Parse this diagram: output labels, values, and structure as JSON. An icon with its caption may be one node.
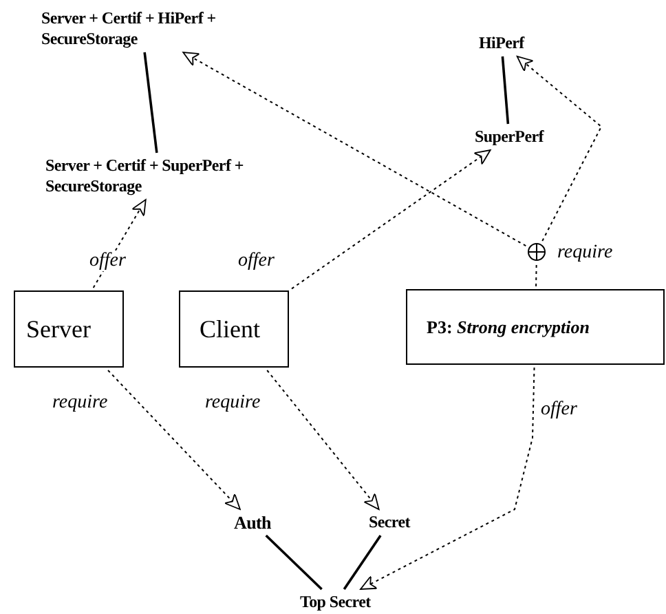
{
  "diagram": {
    "nodes": [
      {
        "text": [
          "Server + Certif + HiPerf + SecureStorage"
        ]
      },
      {
        "text": [
          "Server + Certif + SuperPerf + SecureStorage"
        ]
      },
      {
        "text": [
          "HiPerf"
        ]
      },
      {
        "text": [
          "SuperPerf"
        ]
      },
      {
        "text": [
          "Server"
        ]
      },
      {
        "text": [
          "Client"
        ]
      },
      {
        "text": [
          "P3: *Strong encryption*"
        ]
      },
      {
        "text": [
          "Auth"
        ]
      },
      {
        "text": [
          "Secret"
        ]
      },
      {
        "text": [
          "Top Secret"
        ]
      },
      {
        "text": [],
        "shape": "circle"
      }
    ],
    "edges": [
      {
        "from": 0,
        "to": 1,
        "arrow": "none"
      },
      {
        "from": 2,
        "to": 3,
        "arrow": "none"
      },
      {
        "from": 4,
        "to": 1,
        "arrow": "to",
        "label": "offer",
        "style": "dashed"
      },
      {
        "from": 5,
        "to": 3,
        "arrow": "to",
        "label": "offer",
        "style": "dashed"
      },
      {
        "from": 6,
        "to": 10,
        "arrow": "none",
        "label": "require",
        "style": "dashed"
      },
      {
        "from": 10,
        "to": 0,
        "arrow": "to",
        "style": "dashed"
      },
      {
        "from": 10,
        "to": 2,
        "arrow": "to",
        "style": "dashed"
      },
      {
        "from": 4,
        "to": 7,
        "arrow": "to",
        "label": "require",
        "style": "dashed"
      },
      {
        "from": 5,
        "to": 8,
        "arrow": "to",
        "label": "require",
        "style": "dashed"
      },
      {
        "from": 6,
        "to": 9,
        "arrow": "to",
        "label": "offer",
        "style": "dashed"
      },
      {
        "from": 7,
        "to": 9,
        "arrow": "none"
      },
      {
        "from": 8,
        "to": 9,
        "arrow": "none"
      }
    ]
  }
}
